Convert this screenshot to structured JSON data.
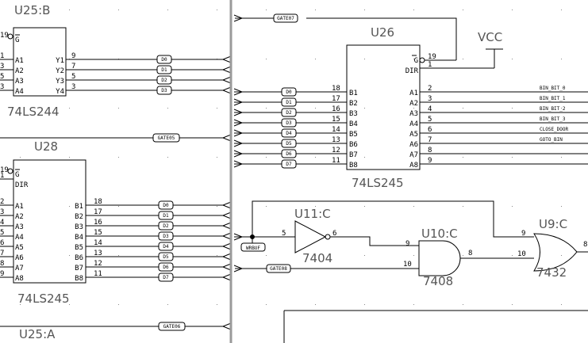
{
  "colors": {
    "wire": "#000000",
    "component_label": "#555555",
    "bus": "#9a9a9a",
    "grid": "#8a8a8a"
  },
  "u25b": {
    "title": "U25:B",
    "part": "74LS244",
    "left_pins": [
      {
        "num": "19",
        "name": "G",
        "inverted": true
      },
      {
        "num": "1",
        "name": "A1"
      },
      {
        "num": "3",
        "name": "A2"
      },
      {
        "num": "5",
        "name": "A3"
      },
      {
        "num": "3",
        "name": "A4"
      }
    ],
    "right_pins": [
      {
        "num": "9",
        "name": "Y1",
        "net": "D0"
      },
      {
        "num": "7",
        "name": "Y2",
        "net": "D1"
      },
      {
        "num": "5",
        "name": "Y3",
        "net": "D2"
      },
      {
        "num": "3",
        "name": "Y4",
        "net": "D3"
      }
    ]
  },
  "u28": {
    "title": "U28",
    "part": "74LS245",
    "left_pins": [
      {
        "num": "19",
        "name": "G",
        "inverted": true
      },
      {
        "num": "1",
        "name": "DIR"
      },
      {
        "num": "2",
        "name": "A1"
      },
      {
        "num": "3",
        "name": "A2"
      },
      {
        "num": "4",
        "name": "A3"
      },
      {
        "num": "5",
        "name": "A4"
      },
      {
        "num": "6",
        "name": "A5"
      },
      {
        "num": "7",
        "name": "A6"
      },
      {
        "num": "8",
        "name": "A7"
      },
      {
        "num": "9",
        "name": "A8"
      }
    ],
    "right_pins": [
      {
        "num": "18",
        "name": "B1",
        "net": "D0"
      },
      {
        "num": "17",
        "name": "B2",
        "net": "D1"
      },
      {
        "num": "16",
        "name": "B3",
        "net": "D2"
      },
      {
        "num": "15",
        "name": "B4",
        "net": "D3"
      },
      {
        "num": "14",
        "name": "B5",
        "net": "D4"
      },
      {
        "num": "13",
        "name": "B6",
        "net": "D5"
      },
      {
        "num": "12",
        "name": "B7",
        "net": "D6"
      },
      {
        "num": "11",
        "name": "B8",
        "net": "D7"
      }
    ]
  },
  "u26": {
    "title": "U26",
    "part": "74LS245",
    "left_pins": [
      {
        "num": "18",
        "name": "B1",
        "net": "D0"
      },
      {
        "num": "17",
        "name": "B2",
        "net": "D1"
      },
      {
        "num": "16",
        "name": "B3",
        "net": "D2"
      },
      {
        "num": "15",
        "name": "B4",
        "net": "D3"
      },
      {
        "num": "14",
        "name": "B5",
        "net": "D4"
      },
      {
        "num": "13",
        "name": "B6",
        "net": "D5"
      },
      {
        "num": "12",
        "name": "B7",
        "net": "D6"
      },
      {
        "num": "11",
        "name": "B8",
        "net": "D7"
      }
    ],
    "right_pins": [
      {
        "num": "19",
        "name": "G",
        "inverted": true
      },
      {
        "num": "1",
        "name": "DIR"
      },
      {
        "num": "2",
        "name": "A1",
        "net": "BIN_BIT_0"
      },
      {
        "num": "3",
        "name": "A2",
        "net": "BIN_BIT_1"
      },
      {
        "num": "4",
        "name": "A3",
        "net": "BIN_BIT_2"
      },
      {
        "num": "5",
        "name": "A4",
        "net": "BIN_BIT_3"
      },
      {
        "num": "6",
        "name": "A5",
        "net": "CLOSE_DOOR"
      },
      {
        "num": "7",
        "name": "A6",
        "net": "GOTO_BIN"
      },
      {
        "num": "8",
        "name": "A7"
      },
      {
        "num": "9",
        "name": "A8"
      }
    ]
  },
  "power": {
    "label": "VCC"
  },
  "gates": {
    "u11": {
      "title": "U11:C",
      "part": "7404",
      "in_pin": "5",
      "out_pin": "6"
    },
    "u10": {
      "title": "U10:C",
      "part": "7408",
      "in_pins": [
        "9",
        "10"
      ],
      "out_pin": "8"
    },
    "u9": {
      "title": "U9:C",
      "part": "7432",
      "in_pins": [
        "9",
        "10"
      ],
      "out_pin": "8"
    }
  },
  "nets": {
    "gate7": "GATE07",
    "gate5": "GATE05",
    "gate8": "GATE08",
    "gate6": "GATE06",
    "wrbuf": "WRBUF"
  },
  "u25a": {
    "title": "U25:A"
  }
}
